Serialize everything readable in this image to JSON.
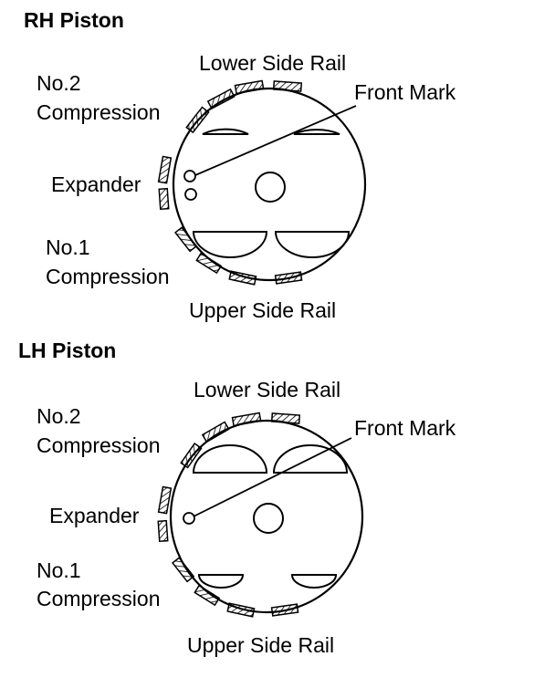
{
  "rh": {
    "title": "RH Piston",
    "lower_side_rail": "Lower Side Rail",
    "no2_line1": "No.2",
    "no2_line2": "Compression",
    "front_mark": "Front Mark",
    "expander": "Expander",
    "no1_line1": "No.1",
    "no1_line2": "Compression",
    "upper_side_rail": "Upper Side Rail"
  },
  "lh": {
    "title": "LH Piston",
    "lower_side_rail": "Lower Side Rail",
    "no2_line1": "No.2",
    "no2_line2": "Compression",
    "front_mark": "Front Mark",
    "expander": "Expander",
    "no1_line1": "No.1",
    "no1_line2": "Compression",
    "upper_side_rail": "Upper Side Rail"
  }
}
